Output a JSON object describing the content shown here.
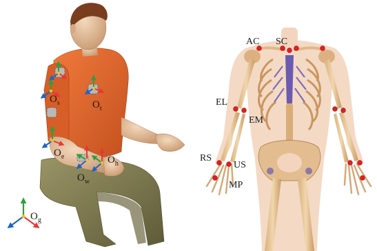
{
  "left_panel": {
    "frames": [
      {
        "id": "s",
        "base": "O",
        "sub": "s"
      },
      {
        "id": "t",
        "base": "O",
        "sub": "t"
      },
      {
        "id": "e",
        "base": "O",
        "sub": "e"
      },
      {
        "id": "h",
        "base": "O",
        "sub": "h"
      },
      {
        "id": "w",
        "base": "O",
        "sub": "w"
      },
      {
        "id": "g",
        "base": "O",
        "sub": "g"
      }
    ]
  },
  "right_panel": {
    "landmarks": {
      "ac": "AC",
      "sc": "SC",
      "el": "EL",
      "em": "EM",
      "rs": "RS",
      "us": "US",
      "mp": "MP"
    }
  },
  "colors": {
    "axis_x": "#e53935",
    "axis_y": "#2e9e3e",
    "axis_z": "#1e63c9",
    "origin": "#f2c21b",
    "marker": "#e02020",
    "shirt": "#e0662e",
    "pants": "#7f7a50",
    "skin": "#eac7a3",
    "bone": "#e8c79b"
  }
}
